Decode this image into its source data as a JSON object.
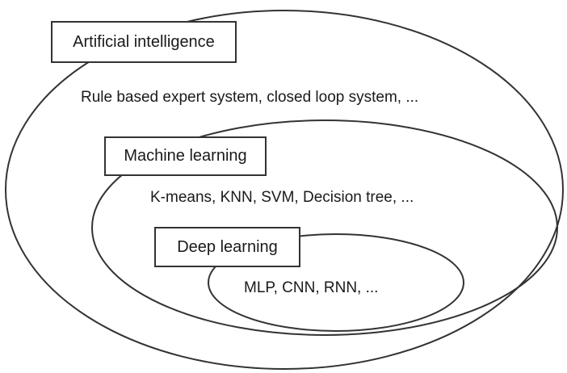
{
  "diagram": {
    "outer": {
      "title": "Artificial intelligence",
      "examples": "Rule based expert system, closed loop system, ..."
    },
    "middle": {
      "title": "Machine learning",
      "examples": "K-means, KNN, SVM, Decision tree, ..."
    },
    "inner": {
      "title": "Deep learning",
      "examples": "MLP, CNN, RNN, ..."
    }
  }
}
